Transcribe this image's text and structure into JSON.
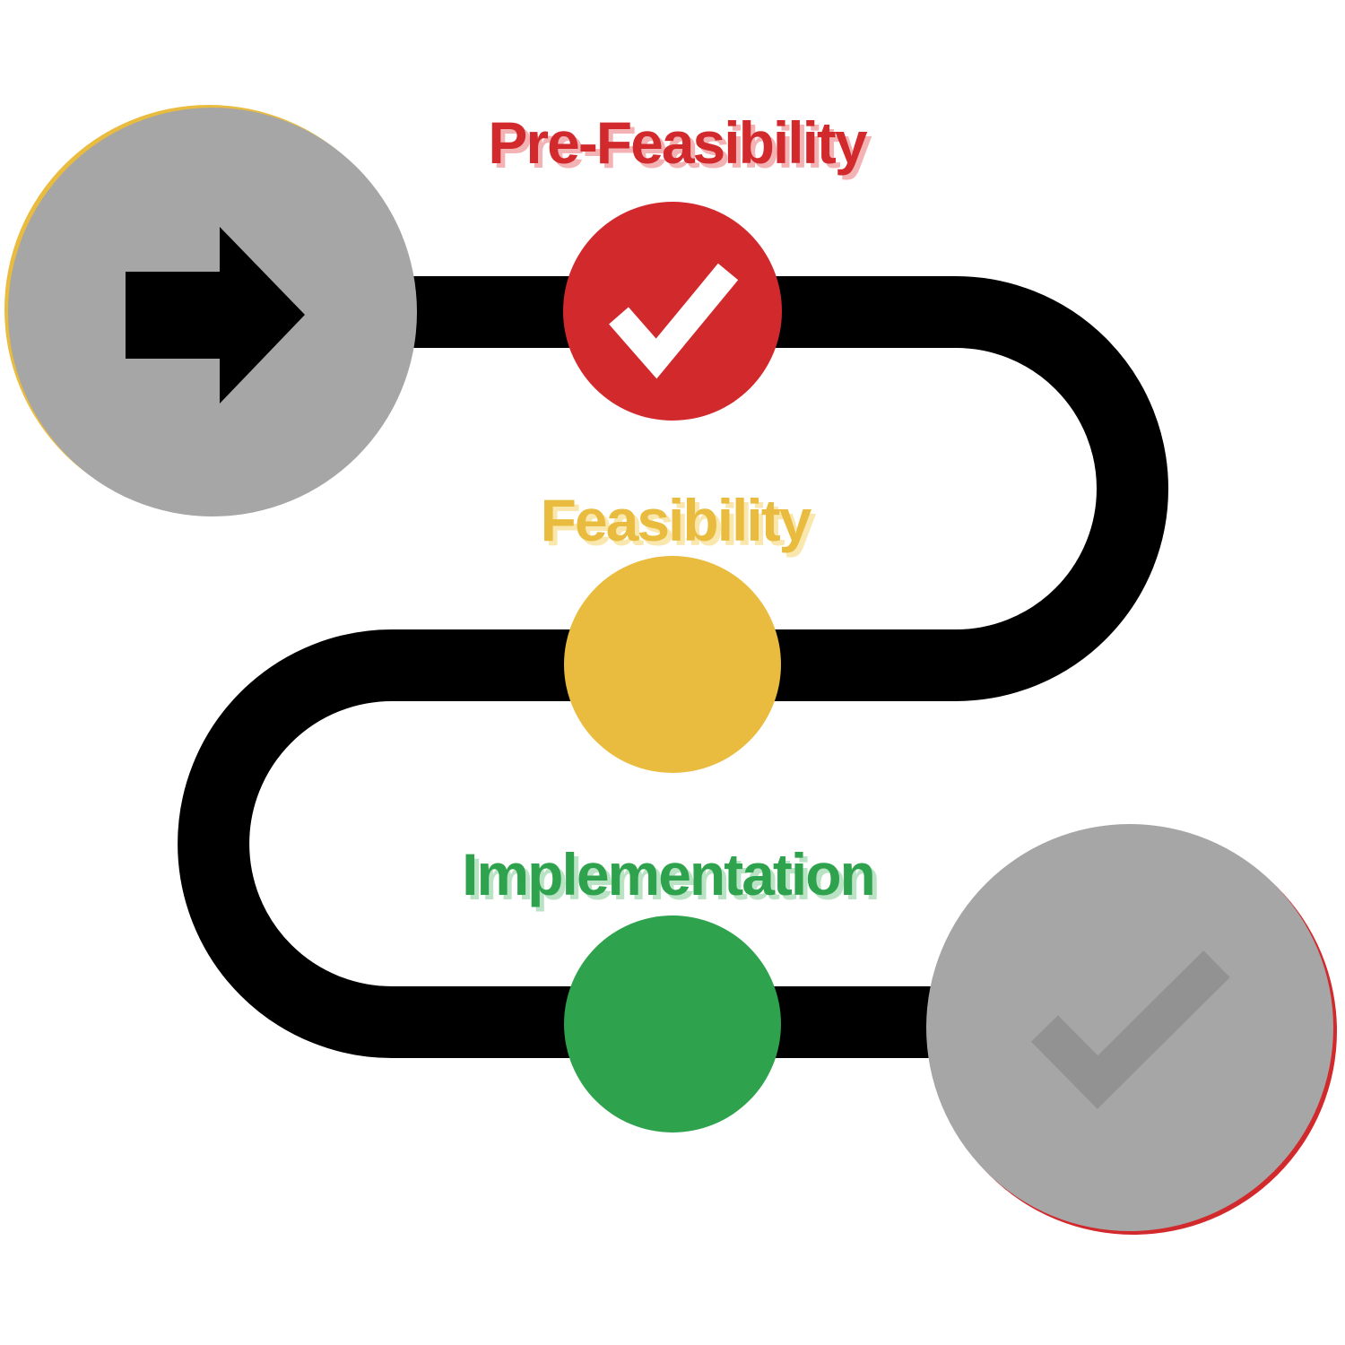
{
  "diagram": {
    "type": "process-flow",
    "background": "#FFFFFF",
    "path_color": "#000000",
    "stages": [
      {
        "id": "pre-feasibility",
        "label": "Pre-Feasibility",
        "node_color": "#D2292D",
        "label_color": "#D2292D",
        "label_shadow_color": "#F3B3B5",
        "icon": "checkmark-icon",
        "icon_color": "#FFFFFF"
      },
      {
        "id": "feasibility",
        "label": "Feasibility",
        "node_color": "#E9BC3F",
        "label_color": "#E9BC3F",
        "label_shadow_color": "#F9E7AD",
        "icon": "none",
        "icon_color": "none"
      },
      {
        "id": "implementation",
        "label": "Implementation",
        "node_color": "#2EA24C",
        "label_color": "#2EA24C",
        "label_shadow_color": "#B9E3C4",
        "icon": "none",
        "icon_color": "none"
      }
    ],
    "endpoints": {
      "start": {
        "circle_color": "#A6A6A6",
        "edge_accent_color": "#E9BC3F",
        "icon": "arrow-right-icon",
        "icon_color": "#000000"
      },
      "end": {
        "circle_color": "#A6A6A6",
        "edge_accent_color": "#D2292D",
        "icon": "checkmark-icon",
        "icon_color": "#929292"
      }
    }
  }
}
